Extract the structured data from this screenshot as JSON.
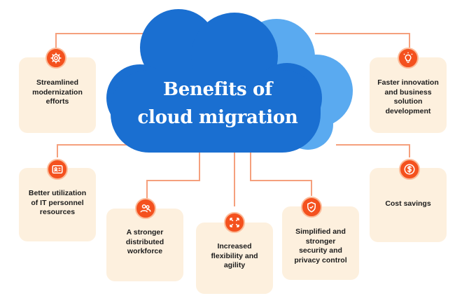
{
  "title": "Benefits of\ncloud migration",
  "colors": {
    "cloud_front": "#1a6fd1",
    "cloud_back": "#5aaaf0",
    "card_bg": "#fdf0de",
    "icon_bg": "#f4511e",
    "connector": "#f5a07d",
    "text": "#1c1c1c"
  },
  "benefits": [
    {
      "label": "Streamlined\nmodernization\nefforts",
      "icon": "gear-icon"
    },
    {
      "label": "Faster innovation\nand business\nsolution\ndevelopment",
      "icon": "lightbulb-icon"
    },
    {
      "label": "Better utilization\nof IT personnel\nresources",
      "icon": "id-badge-icon"
    },
    {
      "label": "A stronger\ndistributed\nworkforce",
      "icon": "people-icon"
    },
    {
      "label": "Increased\nflexibility and\nagility",
      "icon": "expand-arrows-icon"
    },
    {
      "label": "Simplified and\nstronger\nsecurity and\nprivacy control",
      "icon": "shield-check-icon"
    },
    {
      "label": "Cost savings",
      "icon": "dollar-icon"
    }
  ]
}
